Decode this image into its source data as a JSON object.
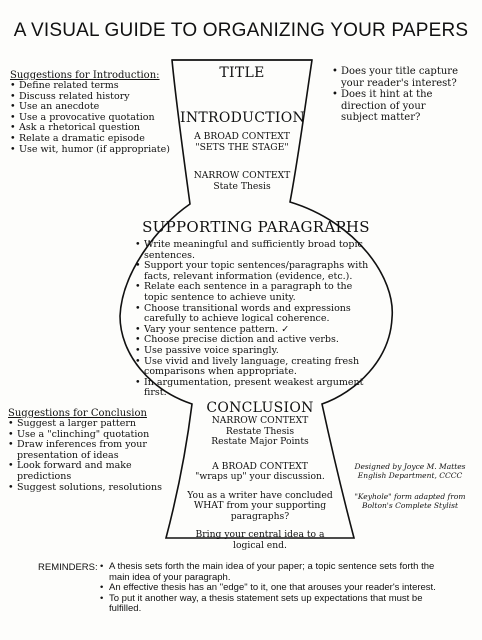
{
  "page_title": "A VISUAL GUIDE TO ORGANIZING YOUR PAPERS",
  "intro_suggestions": {
    "heading": "Suggestions for Introduction:",
    "items": [
      "Define related terms",
      "Discuss related history",
      "Use an anecdote",
      "Use a provocative quotation",
      "Ask a rhetorical question",
      "Relate a dramatic episode",
      "Use wit, humor (if appropriate)"
    ]
  },
  "title_questions": [
    "Does your title capture your reader's interest?",
    "Does it hint at the direction of your subject matter?"
  ],
  "diagram": {
    "title_label": "TITLE",
    "introduction": {
      "heading": "INTRODUCTION",
      "broad_context": "A BROAD CONTEXT",
      "sets_stage": "\"SETS THE STAGE\"",
      "narrow_context": "NARROW CONTEXT",
      "state_thesis": "State Thesis"
    },
    "supporting": {
      "heading": "SUPPORTING PARAGRAPHS",
      "items": [
        "Write meaningful and sufficiently broad topic sentences.",
        "Support your topic sentences/paragraphs with facts, relevant information (evidence, etc.).",
        "Relate each sentence in a paragraph to the topic sentence to achieve unity.",
        "Choose transitional words and expressions carefully to achieve logical coherence.",
        "Vary your sentence pattern.",
        "Choose precise diction and active verbs.",
        "Use passive voice sparingly.",
        "Use vivid and lively language, creating fresh comparisons when appropriate.",
        "In argumentation, present weakest argument first."
      ]
    },
    "conclusion": {
      "heading": "CONCLUSION",
      "narrow_context": "NARROW CONTEXT",
      "restate_thesis": "Restate Thesis",
      "restate_points": "Restate Major Points",
      "broad_context": "A BROAD CONTEXT",
      "wraps_up": "\"wraps up\" your discussion.",
      "question": "You as a writer have concluded WHAT from your supporting paragraphs?",
      "bring": "Bring your central idea to a logical end."
    }
  },
  "conclusion_suggestions": {
    "heading": "Suggestions for Conclusion",
    "items": [
      "Suggest a larger pattern",
      "Use a \"clinching\" quotation",
      "Draw inferences from your presentation of ideas",
      "Look forward and make predictions",
      "Suggest solutions, resolutions"
    ]
  },
  "credits": {
    "designed_by": "Designed by Joyce M. Mattes",
    "department": "English Department, CCCC",
    "keyhole_note": "\"Keyhole\" form adapted from Bolton's Complete Stylist"
  },
  "reminders": {
    "label": "REMINDERS:",
    "items": [
      "A thesis sets forth the main idea of your paper; a topic sentence sets forth the main idea of your paragraph.",
      "An effective thesis has an \"edge\" to it, one that arouses your reader's interest.",
      "To put it another way, a thesis statement sets up expectations that must be fulfilled."
    ]
  }
}
